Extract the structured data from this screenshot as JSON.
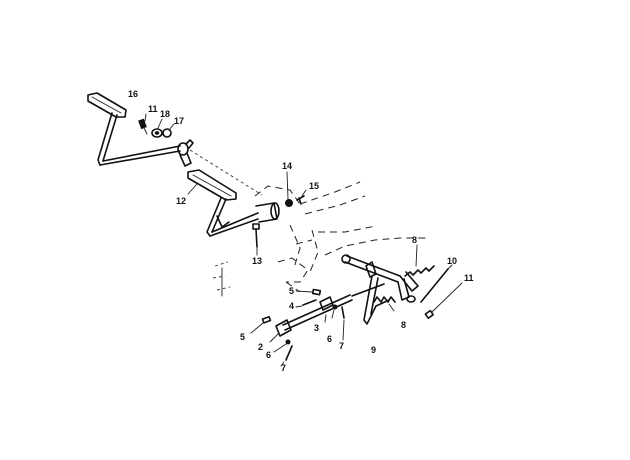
{
  "diagram": {
    "labels": [
      {
        "id": "16a",
        "text": "16"
      },
      {
        "id": "11a",
        "text": "11"
      },
      {
        "id": "18",
        "text": "18"
      },
      {
        "id": "17",
        "text": "17"
      },
      {
        "id": "12",
        "text": "12"
      },
      {
        "id": "14",
        "text": "14"
      },
      {
        "id": "15",
        "text": "15"
      },
      {
        "id": "13",
        "text": "13"
      },
      {
        "id": "8a",
        "text": "8"
      },
      {
        "id": "10",
        "text": "10"
      },
      {
        "id": "11b",
        "text": "11"
      },
      {
        "id": "5a",
        "text": "5"
      },
      {
        "id": "4",
        "text": "4"
      },
      {
        "id": "3",
        "text": "3"
      },
      {
        "id": "6a",
        "text": "6"
      },
      {
        "id": "7a",
        "text": "7"
      },
      {
        "id": "8b",
        "text": "8"
      },
      {
        "id": "9",
        "text": "9"
      },
      {
        "id": "5b",
        "text": "5"
      },
      {
        "id": "2",
        "text": "2"
      },
      {
        "id": "6b",
        "text": "6"
      },
      {
        "id": "7b",
        "text": "7"
      }
    ]
  }
}
